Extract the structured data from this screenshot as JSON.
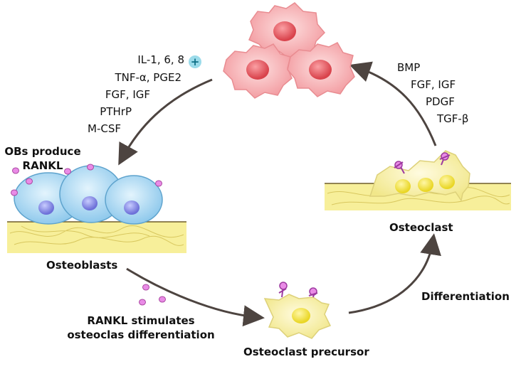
{
  "factors_left": [
    "IL-1, 6, 8",
    "TNF-α, PGE2",
    "FGF, IGF",
    "PTHrP",
    "M-CSF"
  ],
  "plus_symbol": "+",
  "factors_right": [
    "BMP",
    "FGF, IGF",
    "PDGF",
    "TGF-β"
  ],
  "labels": {
    "obs_produce": "OBs produce",
    "rankl": "RANKL",
    "osteoblasts": "Osteoblasts",
    "rankl_stimulates": "RANKL stimulates",
    "osteoclas_diff": "osteoclas differentiation",
    "precursor": "Osteoclast precursor",
    "differentiation": "Differentiation",
    "osteoclast": "Osteoclast"
  },
  "colors": {
    "bone": "#f7ef9a",
    "osteoblast": "#bfe3f6",
    "nucleus_blue": "#7f86e0",
    "tumor": "#f6b6b8",
    "tumor_nucleus": "#e55d65",
    "rankl_dot": "#e98be6",
    "arrow": "#4d4440"
  }
}
